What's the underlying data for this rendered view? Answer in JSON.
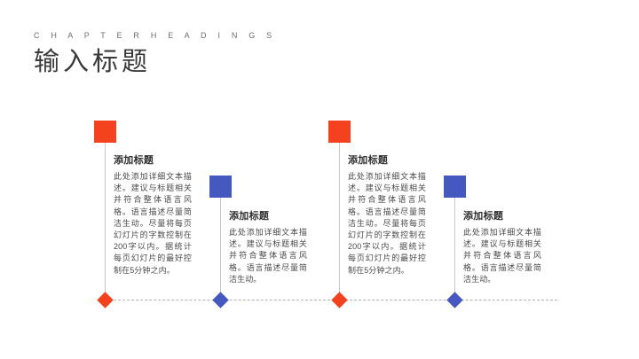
{
  "header": {
    "eyebrow": "C H A P T E R   H E A D I N G S",
    "title": "输入标题"
  },
  "colors": {
    "orange": "#F4411E",
    "blue": "#4458C0",
    "connector": "#c9c9c9",
    "baseline": "#b0b0b0",
    "title_text": "#3a3a3a",
    "eyebrow_text": "#6e6e6e",
    "body_text": "#4a4a4a"
  },
  "timeline": {
    "baseline_style": "dashed",
    "nodes": [
      {
        "index": 1,
        "color_name": "orange",
        "color": "#F4411E",
        "marker_shape": "square",
        "end_shape": "diamond",
        "title": "添加标题",
        "body": "此处添加详细文本描述。建议与标题相关并符合整体语言风格。语言描述尽量简洁生动。尽量将每页幻灯片的字数控制在200字以内。据统计每页幻灯片的最好控制在5分钟之内。"
      },
      {
        "index": 2,
        "color_name": "blue",
        "color": "#4458C0",
        "marker_shape": "square",
        "end_shape": "diamond",
        "title": "添加标题",
        "body": "此处添加详细文本描述。建议与标题相关并符合整体语言风格。语言描述尽量简洁生动。"
      },
      {
        "index": 3,
        "color_name": "orange",
        "color": "#F4411E",
        "marker_shape": "square",
        "end_shape": "diamond",
        "title": "添加标题",
        "body": "此处添加详细文本描述。建议与标题相关并符合整体语言风格。语言描述尽量简洁生动。尽量将每页幻灯片的字数控制在200字以内。据统计每页幻灯片的最好控制在5分钟之内。"
      },
      {
        "index": 4,
        "color_name": "blue",
        "color": "#4458C0",
        "marker_shape": "square",
        "end_shape": "diamond",
        "title": "添加标题",
        "body": "此处添加详细文本描述。建议与标题相关并符合整体语言风格。语言描述尽量简洁生动。"
      }
    ]
  }
}
